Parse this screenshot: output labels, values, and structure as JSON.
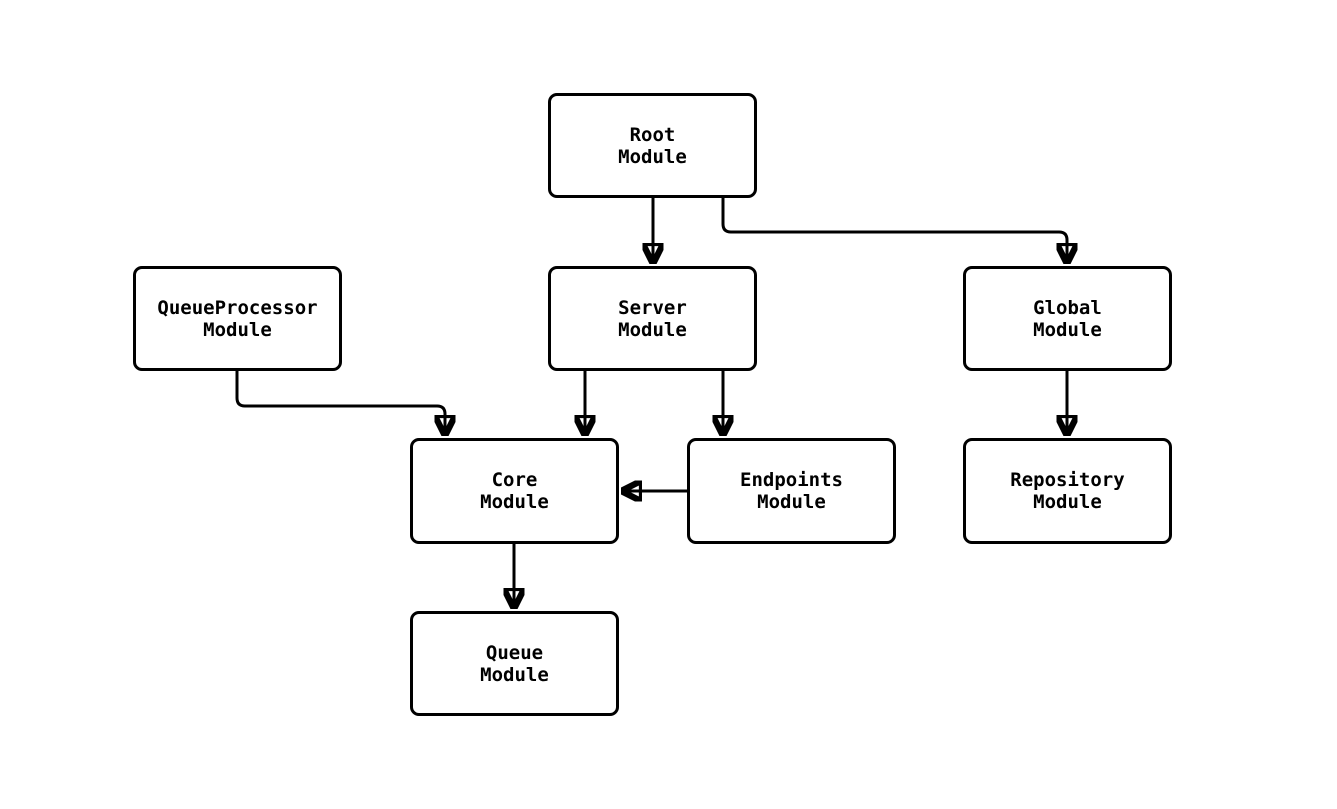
{
  "diagram": {
    "type": "flowchart",
    "description": "Module dependency graph",
    "nodes": {
      "root": {
        "line1": "Root",
        "line2": "Module"
      },
      "queueprocessor": {
        "line1": "QueueProcessor",
        "line2": "Module"
      },
      "server": {
        "line1": "Server",
        "line2": "Module"
      },
      "global": {
        "line1": "Global",
        "line2": "Module"
      },
      "core": {
        "line1": "Core",
        "line2": "Module"
      },
      "endpoints": {
        "line1": "Endpoints",
        "line2": "Module"
      },
      "repository": {
        "line1": "Repository",
        "line2": "Module"
      },
      "queue": {
        "line1": "Queue",
        "line2": "Module"
      }
    },
    "edges": [
      {
        "from": "Root Module",
        "to": "Server Module"
      },
      {
        "from": "Root Module",
        "to": "Global Module"
      },
      {
        "from": "QueueProcessor Module",
        "to": "Core Module"
      },
      {
        "from": "Server Module",
        "to": "Core Module"
      },
      {
        "from": "Server Module",
        "to": "Endpoints Module"
      },
      {
        "from": "Endpoints Module",
        "to": "Core Module"
      },
      {
        "from": "Global Module",
        "to": "Repository Module"
      },
      {
        "from": "Core Module",
        "to": "Queue Module"
      }
    ],
    "colors": {
      "background": "#ffffff",
      "node_fill": "#ffffff",
      "node_border": "#000000",
      "edge": "#000000",
      "text": "#000000"
    }
  }
}
